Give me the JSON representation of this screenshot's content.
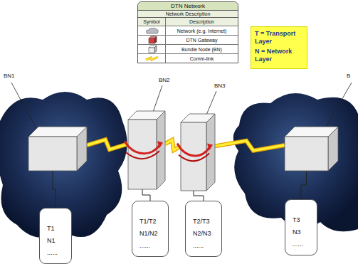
{
  "diagram": {
    "nodes": [
      {
        "text": [
          "T = Transport Layer",
          "N = Network Layer"
        ]
      },
      {
        "text": [
          "BN1"
        ]
      },
      {
        "text": [
          "BN2"
        ]
      },
      {
        "text": [
          "BN3"
        ]
      },
      {
        "text": [
          "B"
        ]
      },
      {
        "text": [
          "T1",
          "N1",
          "......"
        ]
      },
      {
        "text": [
          "T1/T2",
          "N1/N2",
          "......"
        ]
      },
      {
        "text": [
          "T2/T3",
          "N2/N3",
          "......"
        ]
      },
      {
        "text": [
          "T3",
          "N3",
          "......"
        ]
      }
    ],
    "edges": [
      {
        "from": 1,
        "to": 2,
        "arrow": "none"
      },
      {
        "from": 2,
        "to": 3,
        "arrow": "none"
      },
      {
        "from": 3,
        "to": 4,
        "arrow": "none"
      },
      {
        "from": 1,
        "to": 5,
        "arrow": "none"
      },
      {
        "from": 2,
        "to": 6,
        "arrow": "none"
      },
      {
        "from": 3,
        "to": 7,
        "arrow": "none"
      },
      {
        "from": 4,
        "to": 8,
        "arrow": "none"
      }
    ],
    "labels": [
      "DTN Network",
      "Network Description",
      "Symbol",
      "Description"
    ],
    "legend": [
      {
        "text": "Network (e.g. Internet)"
      },
      {
        "text": "DTN Gateway"
      },
      {
        "text": "Bundle Node (BN)"
      },
      {
        "text": "Comm-link"
      }
    ]
  }
}
